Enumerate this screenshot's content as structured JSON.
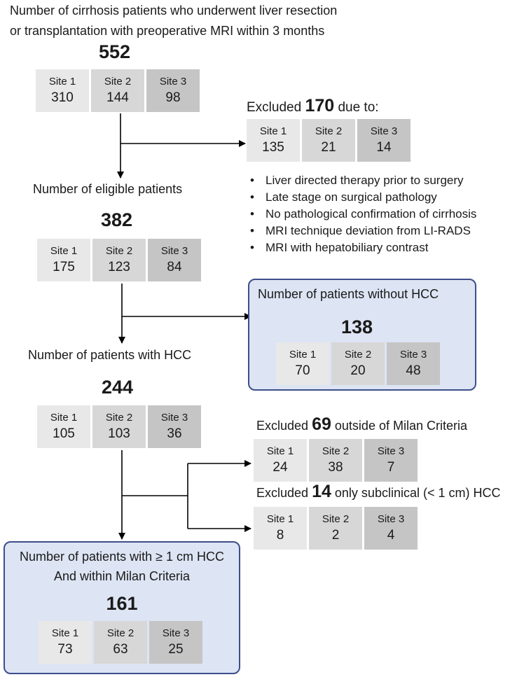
{
  "site_labels": [
    "Site 1",
    "Site 2",
    "Site 3"
  ],
  "header": {
    "line1": "Number of cirrhosis patients who underwent liver resection",
    "line2": "or transplantation with preoperative MRI within 3 months",
    "total": "552",
    "sites": [
      "310",
      "144",
      "98"
    ]
  },
  "excluded_first": {
    "prefix": "Excluded",
    "count": "170",
    "suffix": "due to:",
    "sites": [
      "135",
      "21",
      "14"
    ],
    "reasons": [
      "Liver directed therapy prior to surgery",
      "Late stage on surgical pathology",
      "No pathological confirmation of cirrhosis",
      "MRI technique deviation from LI-RADS",
      "MRI with hepatobiliary contrast"
    ]
  },
  "eligible": {
    "label": "Number of eligible patients",
    "total": "382",
    "sites": [
      "175",
      "123",
      "84"
    ]
  },
  "without_hcc": {
    "label": "Number of patients without HCC",
    "total": "138",
    "sites": [
      "70",
      "20",
      "48"
    ]
  },
  "with_hcc": {
    "label": "Number of patients with HCC",
    "total": "244",
    "sites": [
      "105",
      "103",
      "36"
    ]
  },
  "excluded_milan": {
    "prefix": "Excluded",
    "count": "69",
    "suffix": "outside of Milan Criteria",
    "sites": [
      "24",
      "38",
      "7"
    ]
  },
  "excluded_subclinical": {
    "prefix": "Excluded",
    "count": "14",
    "suffix": "only subclinical (< 1 cm) HCC",
    "sites": [
      "8",
      "2",
      "4"
    ]
  },
  "final": {
    "line1": "Number of patients with ≥ 1 cm HCC",
    "line2": "And within Milan Criteria",
    "total": "161",
    "sites": [
      "73",
      "63",
      "25"
    ]
  },
  "colors": {
    "site1": "#e8e8e8",
    "site2": "#d7d7d7",
    "site3": "#c5c5c5",
    "panel_fill": "#dde4f3",
    "panel_border": "#3d4e8c",
    "arrow": "#000000"
  }
}
